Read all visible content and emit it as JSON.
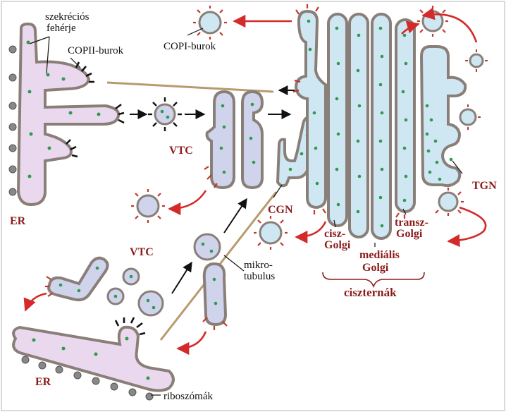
{
  "labels": {
    "secretory": "szekréciós",
    "protein": "fehérje",
    "copii": "COPII-burok",
    "copi": "COPI-burok",
    "er_top": "ER",
    "er_bottom": "ER",
    "vtc_top": "VTC",
    "vtc_bottom": "VTC",
    "cgn": "CGN",
    "tgn": "TGN",
    "cis_1": "cisz-",
    "cis_2": "Golgi",
    "medial_1": "mediális",
    "medial_2": "Golgi",
    "trans_1": "transz-",
    "trans_2": "Golgi",
    "microtubule_1": "mikro-",
    "microtubule_2": "tubulus",
    "cisternae": "ciszternák",
    "ribosomes": "riboszómák"
  },
  "colors": {
    "membrane": "#8a7f78",
    "er_fill": "#ead9ee",
    "vesicle_fill": "#cfd3ec",
    "golgi_fill": "#cfe6f3",
    "cargo": "#2e9b4a",
    "coat_copii": "#111111",
    "coat_copi": "#c0392b",
    "arrow_red": "#d42a2a",
    "microtubule": "#b89a6e"
  }
}
